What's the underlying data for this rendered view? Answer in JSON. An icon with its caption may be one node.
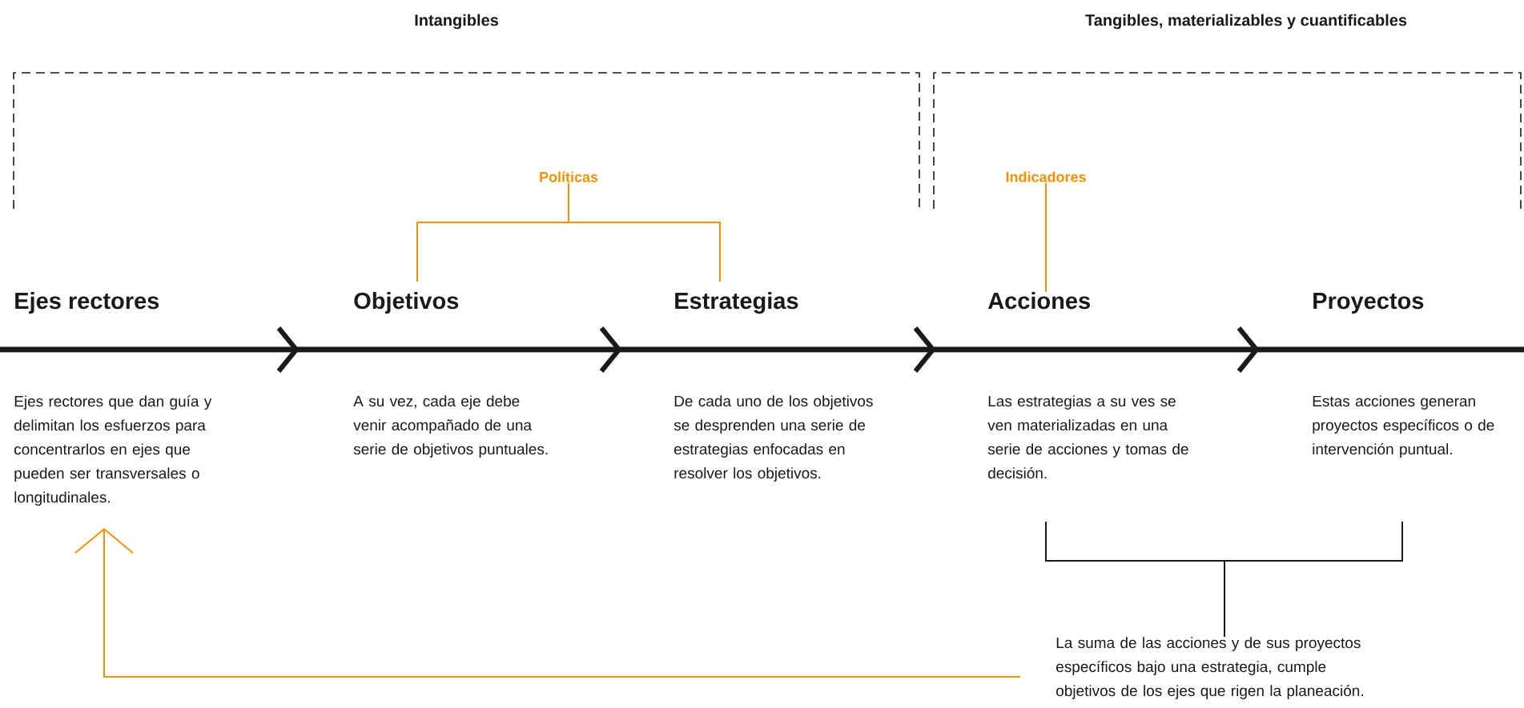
{
  "diagram": {
    "nodes": [
      {
        "text": [
          "Ejes rectores"
        ]
      },
      {
        "text": [
          "Objetivos"
        ]
      },
      {
        "text": [
          "Estrategias"
        ]
      },
      {
        "text": [
          "Acciones"
        ]
      },
      {
        "text": [
          "Proyectos"
        ]
      },
      {
        "text": [
          "Ejes rectores que dan guía y delimitan los esfuerzos para concentrarlos en ejes que pueden ser transversales o longitudinales."
        ]
      },
      {
        "text": [
          "A su vez, cada eje debe venir acompañado de una serie de objetivos puntuales."
        ]
      },
      {
        "text": [
          "De cada uno de los objetivos se desprenden una serie de estrategias enfocadas en resolver los objetivos."
        ]
      },
      {
        "text": [
          "Las estrategias a su ves se ven materializadas en una serie de acciones y tomas de decisión."
        ]
      },
      {
        "text": [
          "Estas acciones generan proyectos específicos o de intervención puntual."
        ]
      },
      {
        "text": [
          "Políticas"
        ]
      },
      {
        "text": [
          "Indicadores"
        ]
      },
      {
        "text": [
          "La suma de las acciones y de sus proyectos específicos bajo una estrategia, cumple objetivos de los ejes que rigen la planeación."
        ]
      }
    ],
    "edges": [
      {
        "from": 10,
        "to": 1,
        "arrow": "none",
        "color": "#f39200"
      },
      {
        "from": 10,
        "to": 2,
        "arrow": "none",
        "color": "#f39200"
      },
      {
        "from": 11,
        "to": 3,
        "arrow": "none",
        "color": "#f39200"
      },
      {
        "from": 8,
        "to": 12,
        "arrow": "none",
        "color": "#1a1a1a"
      },
      {
        "from": 9,
        "to": 12,
        "arrow": "none",
        "color": "#1a1a1a"
      },
      {
        "from": 12,
        "to": 5,
        "arrow": "to",
        "color": "#f39200"
      }
    ],
    "labels": [
      "Intangibles",
      "Tangibles, materializables y cuantificables"
    ]
  }
}
